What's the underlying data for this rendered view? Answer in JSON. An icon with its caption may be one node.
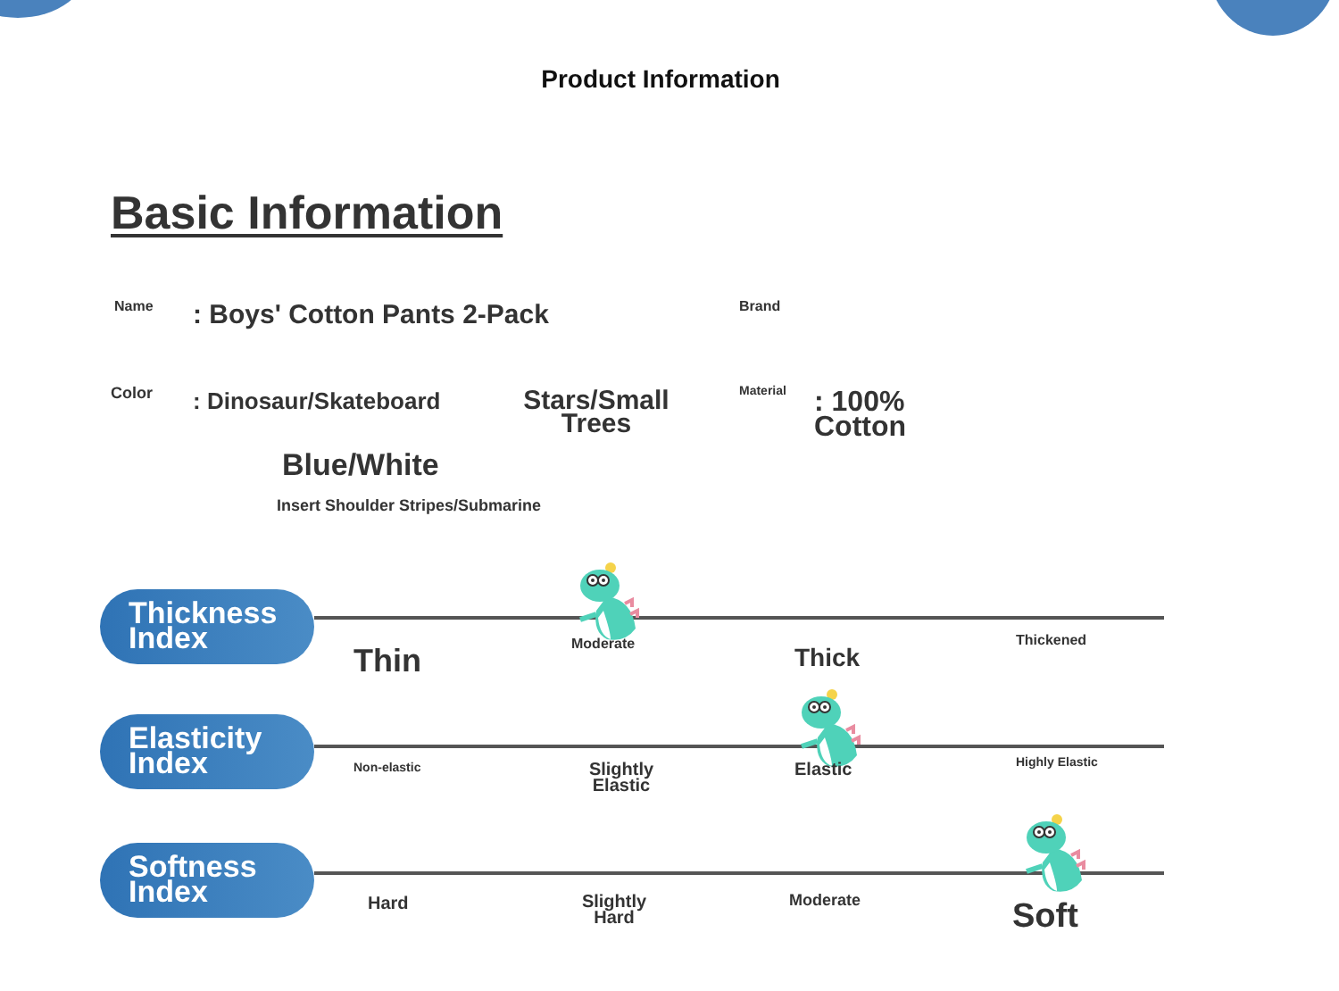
{
  "diagram": {
    "title": "Product Information",
    "nodes": [
      {
        "text": [
          "Thickness Index"
        ]
      },
      {
        "text": [
          "Elasticity Index"
        ]
      },
      {
        "text": [
          "Softness Index"
        ]
      }
    ],
    "labels": [
      "Basic Information",
      "Name",
      ": Boys' Cotton Pants 2-Pack",
      "Brand",
      "Color",
      ": Dinosaur/Skateboard",
      "Stars/Small Trees",
      "Material",
      ": 100% Cotton",
      "Blue/White",
      "Insert Shoulder Stripes/Submarine",
      "Thin",
      "Moderate",
      "Thick",
      "Thickened",
      "Non-elastic",
      "Slightly Elastic",
      "Elastic",
      "Highly Elastic",
      "Hard",
      "Slightly Hard",
      "Moderate",
      "Soft"
    ]
  }
}
